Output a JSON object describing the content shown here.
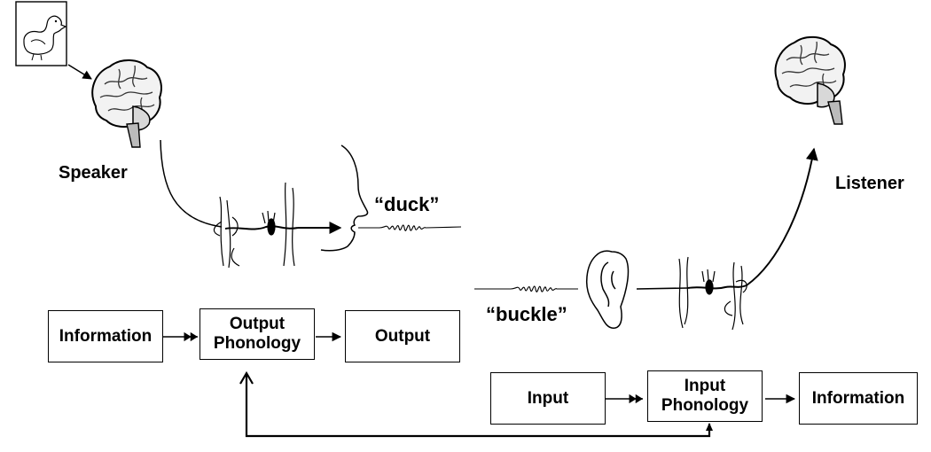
{
  "labels": {
    "speaker": "Speaker",
    "listener": "Listener",
    "spoken_word": "“duck”",
    "heard_word": "“buckle”"
  },
  "boxes": {
    "out_information": "Information",
    "output_phonology_line1": "Output",
    "output_phonology_line2": "Phonology",
    "output": "Output",
    "input": "Input",
    "input_phonology_line1": "Input",
    "input_phonology_line2": "Phonology",
    "in_information": "Information"
  },
  "icons": {
    "picture": "duck-picture-icon",
    "speaker_brain": "brain-icon",
    "listener_brain": "brain-icon",
    "speaker_nerve": "nerve-fiber-icon",
    "listener_nerve": "nerve-fiber-icon",
    "face": "face-profile-icon",
    "ear": "ear-icon",
    "sound_wave": "sound-wave-icon"
  }
}
